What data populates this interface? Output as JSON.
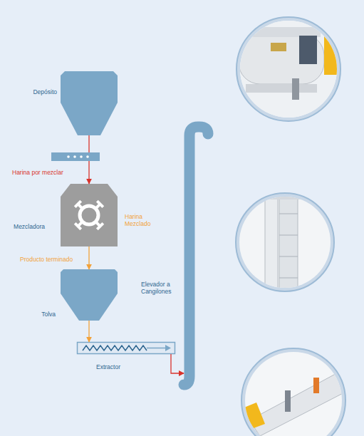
{
  "diagram": {
    "nodes": [
      {
        "text": [
          "Depósito"
        ]
      },
      {
        "text": [
          "Mezcladora"
        ]
      },
      {
        "text": [
          "Tolva"
        ]
      },
      {
        "text": [
          "Extractor"
        ]
      },
      {
        "text": [
          "Elevador a Cangilones"
        ]
      }
    ],
    "edges": [
      {
        "from": 0,
        "to": 1,
        "arrow": "to",
        "label": "Harina por mezclar"
      },
      {
        "from": 1,
        "to": 2,
        "arrow": "to",
        "label": "Producto terminado"
      },
      {
        "from": 2,
        "to": 3,
        "arrow": "to"
      },
      {
        "from": 3,
        "to": 4,
        "arrow": "to"
      }
    ],
    "labels": [
      "Harina Mezclado"
    ]
  }
}
